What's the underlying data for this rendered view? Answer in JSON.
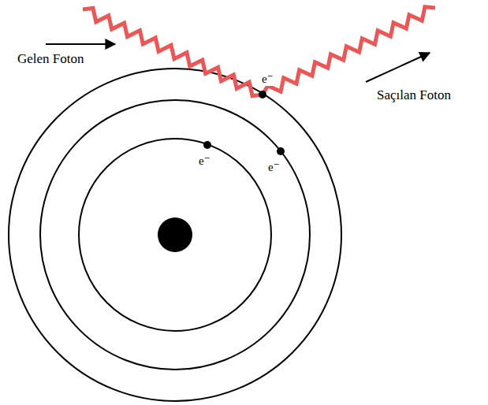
{
  "diagram": {
    "labels": [
      "Gelen Foton",
      "Saçılan Foton",
      "e⁻",
      "e⁻",
      "e⁻"
    ]
  }
}
